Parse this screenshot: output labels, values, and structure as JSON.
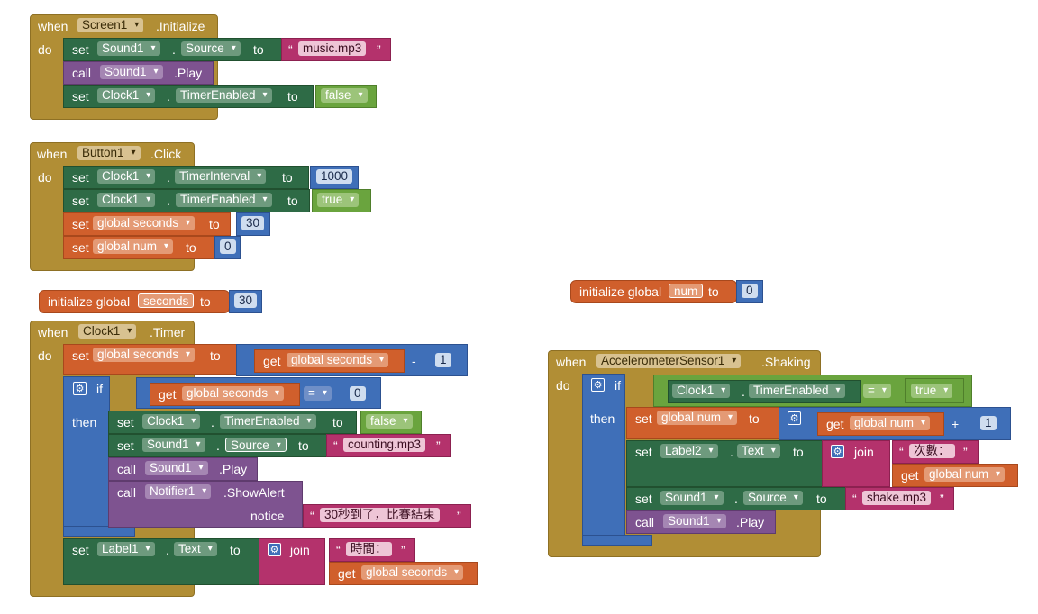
{
  "keywords": {
    "when": "when",
    "do": "do",
    "set": "set",
    "call": "call",
    "to": "to",
    "if": "if",
    "then": "then",
    "get": "get",
    "initialize_global": "initialize global",
    "join": "join",
    "notice": "notice",
    "dot": ".",
    "quote_open": "“",
    "quote_close": "”",
    "minus": "-",
    "plus": "+"
  },
  "screen_init": {
    "component": "Screen1",
    "event": ".Initialize",
    "s1_comp": "Sound1",
    "s1_prop": "Source",
    "s1_text": "music.mp3",
    "c1_comp": "Sound1",
    "c1_method": ".Play",
    "s2_comp": "Clock1",
    "s2_prop": "TimerEnabled",
    "s2_val": "false"
  },
  "button_click": {
    "component": "Button1",
    "event": ".Click",
    "s1_comp": "Clock1",
    "s1_prop": "TimerInterval",
    "s1_val": "1000",
    "s2_comp": "Clock1",
    "s2_prop": "TimerEnabled",
    "s2_val": "true",
    "s3_var": "global seconds",
    "s3_val": "30",
    "s4_var": "global num",
    "s4_val": "0"
  },
  "init_seconds": {
    "name": "seconds",
    "val": "30"
  },
  "init_num": {
    "name": "num",
    "val": "0"
  },
  "clock_timer": {
    "component": "Clock1",
    "event": ".Timer",
    "s1_var": "global seconds",
    "s1_get": "global seconds",
    "s1_num": "1",
    "if_get": "global seconds",
    "if_op": "=",
    "if_num": "0",
    "t1_comp": "Clock1",
    "t1_prop": "TimerEnabled",
    "t1_val": "false",
    "t2_comp": "Sound1",
    "t2_prop": "Source",
    "t2_text": "counting.mp3",
    "t3_comp": "Sound1",
    "t3_method": ".Play",
    "t4_comp": "Notifier1",
    "t4_method": ".ShowAlert",
    "t4_notice": "30秒到了，比賽結束",
    "s2_comp": "Label1",
    "s2_prop": "Text",
    "s2_text": "時間：",
    "s2_get": "global seconds"
  },
  "accel_shaking": {
    "component": "AccelerometerSensor1",
    "event": ".Shaking",
    "if_comp": "Clock1",
    "if_prop": "TimerEnabled",
    "if_op": "=",
    "if_val": "true",
    "t1_var": "global num",
    "t1_get": "global num",
    "t1_num": "1",
    "t2_comp": "Label2",
    "t2_prop": "Text",
    "t2_text": "次數：",
    "t2_get": "global num",
    "t3_comp": "Sound1",
    "t3_prop": "Source",
    "t3_text": "shake.mp3",
    "t4_comp": "Sound1",
    "t4_method": ".Play"
  },
  "colors": {
    "event": "#b18e35",
    "component": "#2e6b46",
    "procedure": "#7e5390",
    "variable": "#d05f2c",
    "math": "#3f6fb8",
    "logic": "#6aa43e",
    "text": "#b4326c"
  }
}
